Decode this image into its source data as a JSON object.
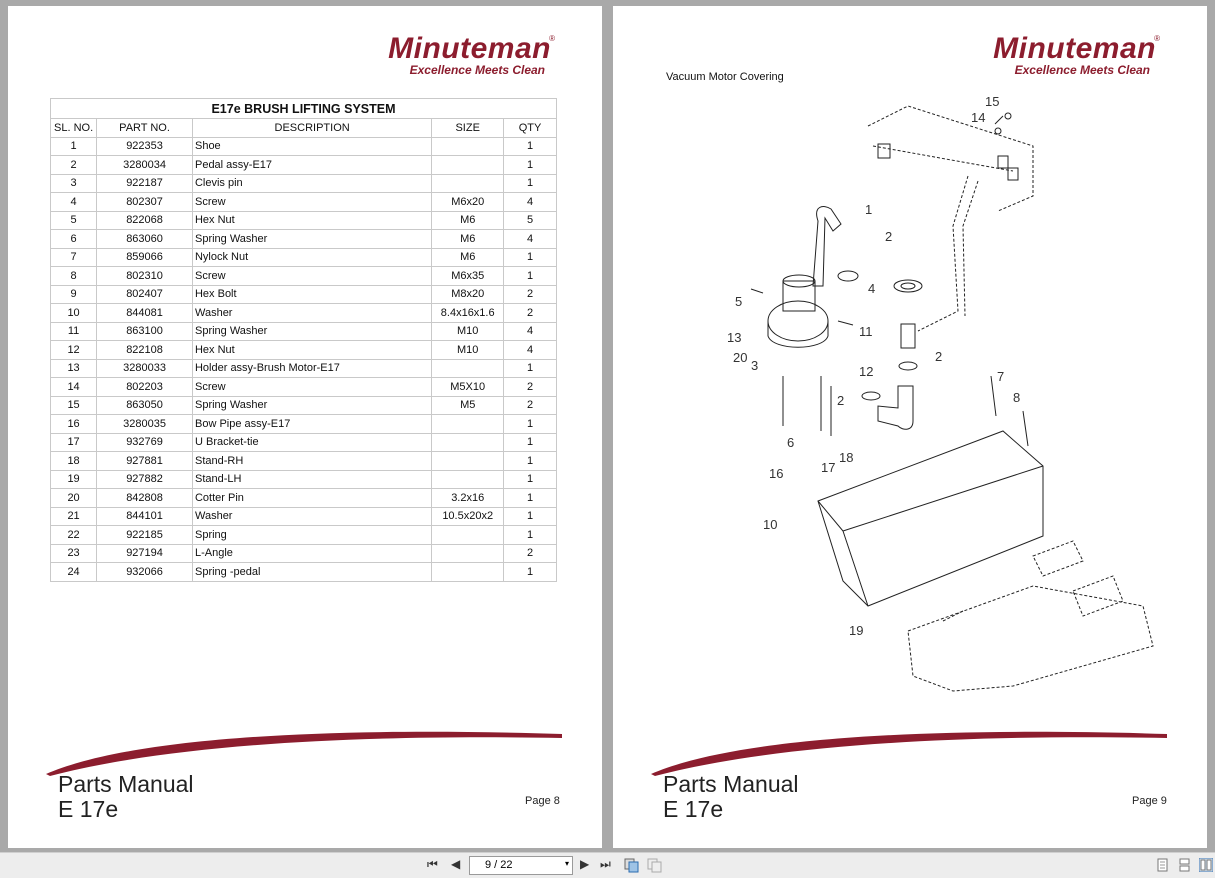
{
  "left_page": {
    "logo": {
      "brand": "Minuteman",
      "registered": "®",
      "tagline": "Excellence Meets Clean"
    },
    "table": {
      "title": "E17e BRUSH LIFTING SYSTEM",
      "headers": [
        "SL. NO.",
        "PART NO.",
        "DESCRIPTION",
        "SIZE",
        "QTY"
      ],
      "rows": [
        [
          "1",
          "922353",
          "Shoe",
          "",
          "1"
        ],
        [
          "2",
          "3280034",
          "Pedal assy-E17",
          "",
          "1"
        ],
        [
          "3",
          "922187",
          "Clevis pin",
          "",
          "1"
        ],
        [
          "4",
          "802307",
          "Screw",
          "M6x20",
          "4"
        ],
        [
          "5",
          "822068",
          "Hex Nut",
          "M6",
          "5"
        ],
        [
          "6",
          "863060",
          "Spring Washer",
          "M6",
          "4"
        ],
        [
          "7",
          "859066",
          "Nylock Nut",
          "M6",
          "1"
        ],
        [
          "8",
          "802310",
          "Screw",
          "M6x35",
          "1"
        ],
        [
          "9",
          "802407",
          "Hex Bolt",
          "M8x20",
          "2"
        ],
        [
          "10",
          "844081",
          "Washer",
          "8.4x16x1.6",
          "2"
        ],
        [
          "11",
          "863100",
          "Spring Washer",
          "M10",
          "4"
        ],
        [
          "12",
          "822108",
          "Hex Nut",
          "M10",
          "4"
        ],
        [
          "13",
          "3280033",
          "Holder assy-Brush Motor-E17",
          "",
          "1"
        ],
        [
          "14",
          "802203",
          "Screw",
          "M5X10",
          "2"
        ],
        [
          "15",
          "863050",
          "Spring Washer",
          "M5",
          "2"
        ],
        [
          "16",
          "3280035",
          "Bow Pipe assy-E17",
          "",
          "1"
        ],
        [
          "17",
          "932769",
          "U Bracket-tie",
          "",
          "1"
        ],
        [
          "18",
          "927881",
          "Stand-RH",
          "",
          "1"
        ],
        [
          "19",
          "927882",
          "Stand-LH",
          "",
          "1"
        ],
        [
          "20",
          "842808",
          "Cotter Pin",
          "3.2x16",
          "1"
        ],
        [
          "21",
          "844101",
          "Washer",
          "10.5x20x2",
          "1"
        ],
        [
          "22",
          "922185",
          "Spring",
          "",
          "1"
        ],
        [
          "23",
          "927194",
          "L-Angle",
          "",
          "2"
        ],
        [
          "24",
          "932066",
          "Spring -pedal",
          "",
          "1"
        ]
      ]
    },
    "footer": {
      "line1": "Parts Manual",
      "line2": "E 17e",
      "page": "Page 8"
    }
  },
  "right_page": {
    "logo": {
      "brand": "Minuteman",
      "registered": "®",
      "tagline": "Excellence Meets Clean"
    },
    "diagram_title": "Vacuum Motor Covering",
    "callouts": [
      "15",
      "14",
      "1",
      "2",
      "4",
      "5",
      "11",
      "13",
      "20",
      "3",
      "2",
      "12",
      "7",
      "2",
      "8",
      "6",
      "18",
      "17",
      "16",
      "10",
      "19"
    ],
    "footer": {
      "line1": "Parts Manual",
      "line2": "E 17e",
      "page": "Page 9"
    }
  },
  "toolbar": {
    "first": "⏮",
    "prev": "◀",
    "page_indicator": "9 / 22",
    "dropdown": "▾",
    "next": "▶",
    "last": "⏭"
  },
  "colors": {
    "brand": "#8c1d2e",
    "background": "#a9a9a9"
  }
}
